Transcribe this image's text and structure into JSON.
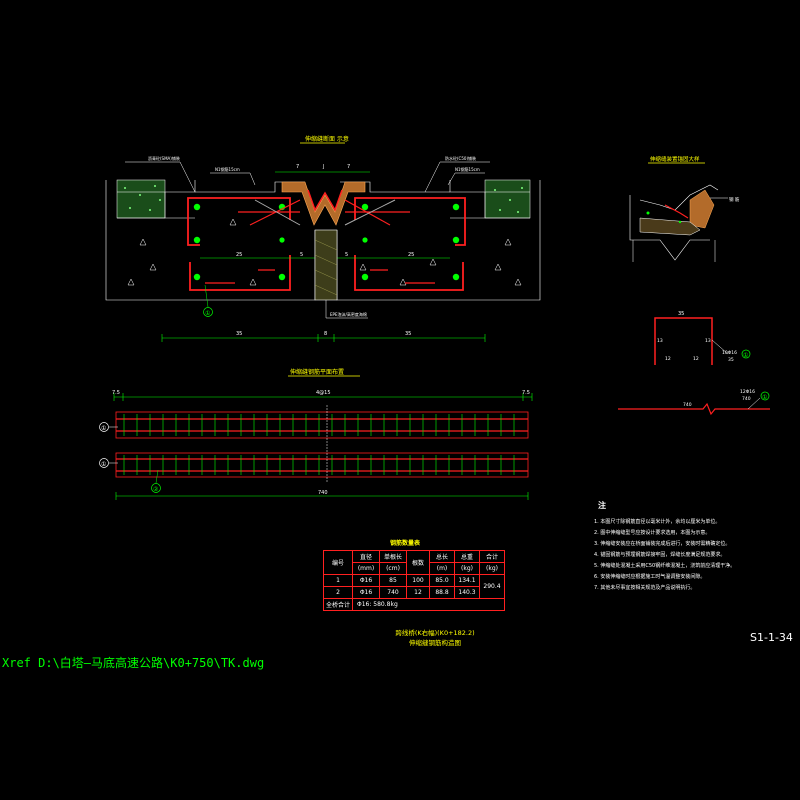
{
  "drawing": {
    "xref_path": "Xref D:\\白塔—马底高速公路\\K0+750\\TK.dwg",
    "sheet_number": "S1-1-34",
    "bottom_title_line1": "跨线桥(K右幅)(K0+182.2)",
    "bottom_title_line2": "伸缩缝钢筋构造图"
  },
  "section_view": {
    "title": "伸缩缝断面 示意",
    "dim_top": [
      "7",
      "J",
      "7"
    ],
    "dim_bottom_left": "35",
    "dim_bottom_mid": "8",
    "dim_bottom_right": "35",
    "dim_inner": [
      "25",
      "5",
      "5",
      "25"
    ],
    "left_label": "沥青砼(SMA)铺装",
    "left_label2": "N1钢筋15cm",
    "right_label": "防水砼(C50)铺装",
    "right_label2": "N1钢筋15cm",
    "center_label": "EPE泡沫/高密度海绵",
    "callout_1": "①"
  },
  "detail_view": {
    "title": "伸缩缝装置锚固大样",
    "label": "钢 筋"
  },
  "bar_shape": {
    "top_dim": "35",
    "left_dim": "13",
    "right_dim": "13",
    "bottom_left": "12",
    "bottom_right": "12",
    "callout_label": "10Φ16",
    "callout_sub": "35",
    "callout_num": "①"
  },
  "straight_bar": {
    "dim": "740",
    "label": "12Φ16",
    "sub": "740",
    "callout_num": "①"
  },
  "plan_view": {
    "title": "伸缩缝钢筋平面布置",
    "dim_total": "740",
    "dim_left": "7.5",
    "dim_right": "7.5",
    "dim_mid": "4@15",
    "callout_1a": "①",
    "callout_1b": "①",
    "callout_2": "②"
  },
  "quantity_table": {
    "title": "钢筋数量表",
    "header_row1": [
      "编号",
      "直径",
      "单根长",
      "根数",
      "总长",
      "总重",
      "合计"
    ],
    "header_row2": [
      "",
      "(mm)",
      "(cm)",
      "",
      "(m)",
      "(kg)",
      "(kg)"
    ],
    "rows": [
      [
        "1",
        "Φ16",
        "85",
        "100",
        "85.0",
        "134.1",
        "290.4"
      ],
      [
        "2",
        "Φ16",
        "740",
        "12",
        "88.8",
        "140.3",
        ""
      ]
    ],
    "footer_label": "全桥合计",
    "footer_value": "Φ16: 580.8kg"
  },
  "notes": {
    "title": "注",
    "items": [
      "1. 本图尺寸除钢筋直径以毫米计外，余均以厘米为单位。",
      "2. 图中伸缩缝型号应按设计要求选用，本图为示意。",
      "3. 伸缩缝安装应在桥面铺装完成后进行，安装时需精确定位。",
      "4. 锚固钢筋与预埋钢筋焊接牢固，焊缝长度满足规范要求。",
      "5. 伸缩缝处混凝土采用C50钢纤维混凝土，浇筑前应清理干净。",
      "6. 安装伸缩缝时应根据施工时气温调整安装间隙。",
      "7. 其他未尽事宜按相关规范及产品说明执行。"
    ]
  },
  "colors": {
    "background": "#000000",
    "line_white": "#ffffff",
    "rebar_red": "#ff2020",
    "dim_green": "#00ff00",
    "text_yellow": "#ffff00",
    "cyan": "#00ffff"
  }
}
